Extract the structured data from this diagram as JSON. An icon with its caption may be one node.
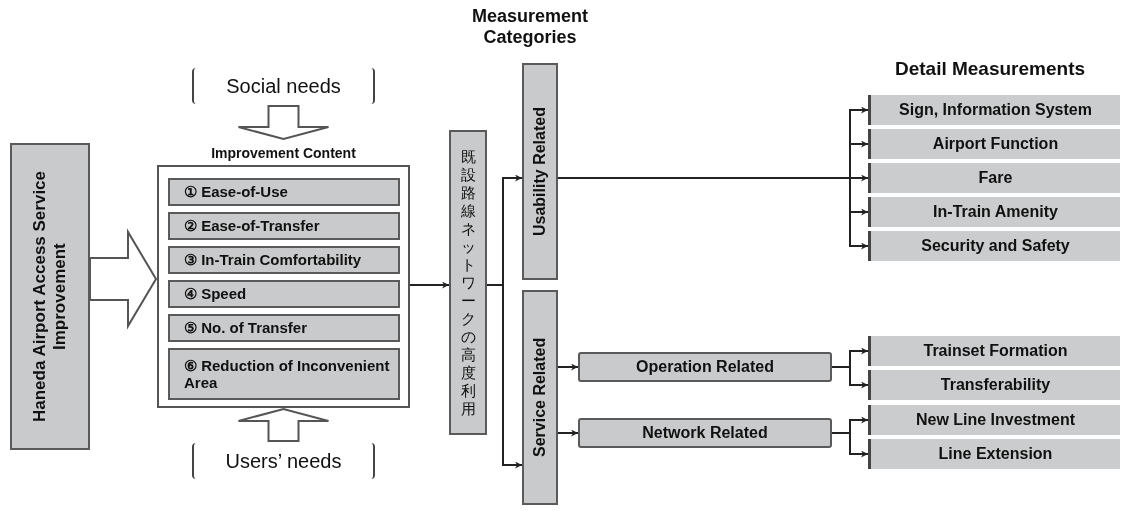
{
  "diagram": {
    "nodes": [
      {
        "text": [
          "Haneda Airport Access Service Improvement"
        ]
      },
      {
        "text": [
          "Improvement Content"
        ]
      },
      {
        "text": [
          "① Ease-of-Use"
        ],
        "in": 1
      },
      {
        "text": [
          "② Ease-of-Transfer"
        ],
        "in": 1
      },
      {
        "text": [
          "③ In-Train Comfortability"
        ],
        "in": 1
      },
      {
        "text": [
          "④ Speed"
        ],
        "in": 1
      },
      {
        "text": [
          "⑤ No. of Transfer"
        ],
        "in": 1
      },
      {
        "text": [
          "⑥ Reduction of Inconvenient Area"
        ],
        "in": 1
      },
      {
        "text": [
          "Social needs"
        ]
      },
      {
        "text": [
          "Users’ needs"
        ]
      },
      {
        "text": [
          "既設路線ネットワークの高度利用"
        ]
      },
      {
        "text": [
          "Usability Related"
        ]
      },
      {
        "text": [
          "Service Related"
        ]
      },
      {
        "text": [
          "Operation Related"
        ]
      },
      {
        "text": [
          "Network Related"
        ]
      },
      {
        "text": [
          "Sign, Information System"
        ]
      },
      {
        "text": [
          "Airport Function"
        ]
      },
      {
        "text": [
          "Fare"
        ]
      },
      {
        "text": [
          "In-Train Amenity"
        ]
      },
      {
        "text": [
          "Security and Safety"
        ]
      },
      {
        "text": [
          "Trainset Formation"
        ]
      },
      {
        "text": [
          "Transferability"
        ]
      },
      {
        "text": [
          "New Line Investment"
        ]
      },
      {
        "text": [
          "Line Extension"
        ]
      }
    ],
    "edges": [
      {
        "from": 0,
        "to": 1,
        "arrow": "to",
        "style": "thick"
      },
      {
        "from": 8,
        "to": 1,
        "arrow": "to",
        "style": "thick"
      },
      {
        "from": 9,
        "to": 1,
        "arrow": "to",
        "style": "thick"
      },
      {
        "from": 1,
        "to": 10,
        "arrow": "to"
      },
      {
        "from": 10,
        "to": 11,
        "arrow": "to"
      },
      {
        "from": 10,
        "to": 12,
        "arrow": "to"
      },
      {
        "from": 11,
        "to": 15,
        "arrow": "to"
      },
      {
        "from": 11,
        "to": 16,
        "arrow": "to"
      },
      {
        "from": 11,
        "to": 17,
        "arrow": "to"
      },
      {
        "from": 11,
        "to": 18,
        "arrow": "to"
      },
      {
        "from": 11,
        "to": 19,
        "arrow": "to"
      },
      {
        "from": 12,
        "to": 13,
        "arrow": "to"
      },
      {
        "from": 12,
        "to": 14,
        "arrow": "to"
      },
      {
        "from": 13,
        "to": 20,
        "arrow": "to"
      },
      {
        "from": 13,
        "to": 21,
        "arrow": "to"
      },
      {
        "from": 14,
        "to": 22,
        "arrow": "to"
      },
      {
        "from": 14,
        "to": 23,
        "arrow": "to"
      }
    ],
    "labels": [
      "Measurement Categories",
      "Detail Measurements"
    ]
  }
}
